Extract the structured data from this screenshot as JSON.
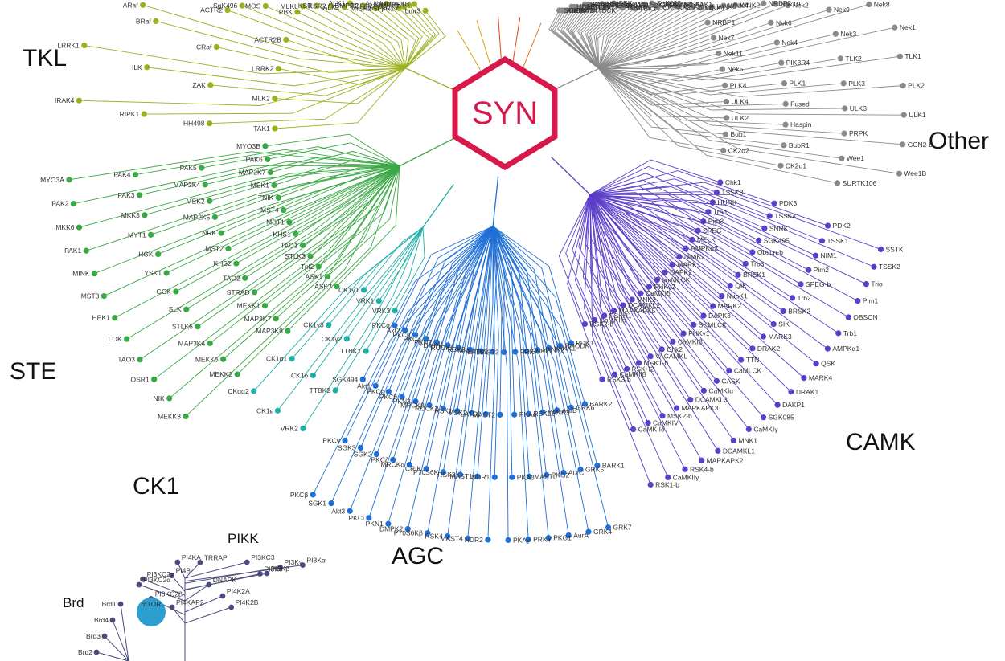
{
  "center": {
    "label": "SYN",
    "color": "#d6184a"
  },
  "group_colors": {
    "TKL": "#9cb01f",
    "STE": "#3aa845",
    "CK1": "#1fb0a8",
    "AGC": "#1f6fd6",
    "CAMK": "#5b3fc9",
    "Other": "#8a8a8a",
    "CMGC": "#d97a1a",
    "PIKK": "#4a4a80"
  },
  "groups": [
    {
      "name": "TKL"
    },
    {
      "name": "STE"
    },
    {
      "name": "CK1"
    },
    {
      "name": "AGC"
    },
    {
      "name": "CAMK"
    },
    {
      "name": "Other"
    },
    {
      "name": "PIKK"
    },
    {
      "name": "Brd"
    }
  ],
  "highlight": {
    "label": "mTOR",
    "color": "#2a9fd0"
  },
  "kinases": {
    "TKL": [
      "TAK1",
      "HH498",
      "RIPK1",
      "IRAK4",
      "MLK2",
      "ZAK",
      "ILK",
      "LRRK1",
      "LRRK2",
      "CRaf",
      "BRaf",
      "ARaf",
      "ACTR2B",
      "ACTR2",
      "SgK496",
      "MOS",
      "PBK",
      "MLKL",
      "KSR",
      "KSR2",
      "ALK2",
      "ALK1",
      "BMPR2",
      "MISR2",
      "TGFβR2",
      "ALK4",
      "TGFβR1",
      "ALK7",
      "BMPR1A",
      "BMPR1B",
      "Lmr3"
    ],
    "STE": [
      "ASK3",
      "MAP3K8",
      "MEKK2",
      "MEKK3",
      "ASK1",
      "MAP3K7",
      "MEKK6",
      "NIK",
      "Tpl2",
      "MEKK1",
      "MAP3K4",
      "OSR1",
      "STLK3",
      "STRAD",
      "STLK6",
      "TAO3",
      "TAO1",
      "TAO2",
      "SLK",
      "LOK",
      "KHS1",
      "KHS2",
      "GCK",
      "HPK1",
      "MST1",
      "MST2",
      "YSK1",
      "MST3",
      "MST4",
      "NRK",
      "HGK",
      "MINK",
      "TNIK",
      "MAP2K5",
      "MYT1",
      "PAK1",
      "MEK1",
      "MEK2",
      "MKK3",
      "MKK6",
      "MAP2K7",
      "MAP2K4",
      "PAK3",
      "PAK2",
      "PAK6",
      "PAK5",
      "PAK4",
      "MYO3A",
      "MYO3B"
    ],
    "CK1": [
      "VRK3",
      "TTBK1",
      "TTBK2",
      "VRK2",
      "VRK1",
      "CK1γ2",
      "CK1δ",
      "CK1ε",
      "CK1γ1",
      "CK1γ3",
      "CK1α1",
      "CKαα2"
    ],
    "AGC": [
      "PDK1",
      "BARK2",
      "BARK1",
      "GRK7",
      "RHODK",
      "GRK6",
      "GRK5",
      "GRK4",
      "YANK1",
      "AurB",
      "AurC",
      "AurA",
      "YANK2",
      "YANK3",
      "PKG2",
      "PKG1",
      "RSKL1",
      "RSKL2",
      "MASTL",
      "PRKY",
      "PRKX",
      "PKAα",
      "PKAβ",
      "PKAγ",
      "MAST3",
      "MAST2",
      "NDR1",
      "NDR2",
      "LATS1",
      "LATS2",
      "MAST1",
      "MAST4",
      "MSK1",
      "MSK2",
      "RSK3",
      "RSK4",
      "RSK2",
      "RSK1",
      "P70S6K",
      "P70S6Kβ",
      "ROCK1",
      "ROCK2",
      "CRIK",
      "DMPK2",
      "DMPK",
      "MRCKβ",
      "MRCKα",
      "PKN1",
      "PKN2",
      "PKN3",
      "PKCζ",
      "PKCι",
      "PKCδ",
      "PKCθ",
      "SGK2",
      "Akt3",
      "PKCη",
      "PKCε",
      "SGK3",
      "SGK1",
      "Akt2",
      "Akt1",
      "PKCγ",
      "PKCβ",
      "PKCα",
      "SGK494"
    ],
    "CAMK": [
      "Chk1",
      "PDK3",
      "PDK2",
      "SSTK",
      "TSSK3",
      "TSSK4",
      "TSSK1",
      "TSSK2",
      "HUNK",
      "SNRK",
      "NIM1",
      "Trio",
      "Trad",
      "SGK495",
      "Pim2",
      "Pim1",
      "Pim3",
      "Obscn-b",
      "SPEG-b",
      "OBSCN",
      "SPEG",
      "Trb3",
      "Trb2",
      "Trb1",
      "MELK",
      "BRSK1",
      "BRSK2",
      "AMPKα1",
      "AMPKα2",
      "QIK",
      "SIK",
      "QSK",
      "NuaK2",
      "NuaK1",
      "MARK3",
      "MARK4",
      "MARK1",
      "MARK2",
      "DRAK2",
      "DRAK1",
      "DAPK2",
      "DAPK3",
      "TTN",
      "DAKP1",
      "smMLCK",
      "SKMLCK",
      "CaMLCK",
      "SGK085",
      "PHKγ2",
      "PHKγ1",
      "CASK",
      "CaMKIγ",
      "CaMKIδ",
      "CaMKIβ",
      "CaMKIα",
      "MNK1",
      "MNK2",
      "Chk2",
      "DCAMKL3",
      "DCAMKL1",
      "DCAMKL2",
      "VACAMKL",
      "MAPKAPK3",
      "MAPKAPK2",
      "MAPKAPK5",
      "MSK1-b",
      "MSK2-b",
      "RSK4-b",
      "PSKH1",
      "PSKH2",
      "CaMKIV",
      "CaMKIIγ",
      "CaMKIIα",
      "CaMKIIβ",
      "CaMKIIδ",
      "RSK1-b",
      "RSK2-b",
      "RSK3-b"
    ],
    "Other": [
      "SGK307",
      "ANPβ",
      "ANPα",
      "SGK424",
      "HSER",
      "GUCY2F",
      "GUCY2D",
      "SCYL1",
      "SCYL3",
      "SCYL2",
      "CDC7",
      "PINK1",
      "TBCK",
      "HRI",
      "GCN",
      "PERK",
      "SBK",
      "SgK110",
      "SgK069",
      "IKKα",
      "IKKβ",
      "IKKε",
      "TBK1",
      "SgK269",
      "SgK223",
      "CAMKK1",
      "CAMKK2",
      "Slob",
      "MPSK1",
      "GAK",
      "AAK1",
      "BIKE",
      "WNK1",
      "WNK3",
      "WNK4",
      "WNK2",
      "NRBP1",
      "NRBP2",
      "Nek10",
      "Nek2",
      "Nek7",
      "Nek6",
      "Nek9",
      "Nek8",
      "Nek11",
      "Nek4",
      "Nek3",
      "Nek1",
      "Nek5",
      "PIK3R4",
      "TLK2",
      "TLK1",
      "PLK4",
      "PLK1",
      "PLK3",
      "PLK2",
      "ULK4",
      "Fused",
      "ULK3",
      "ULK1",
      "ULK2",
      "Haspin",
      "PRPK",
      "GCN2-b",
      "Bub1",
      "BubR1",
      "Wee1",
      "Wee1B",
      "CK2α2",
      "CK2α1",
      "SURTK106"
    ],
    "PIKK": [
      "PI3KC2β",
      "PI3KC2γ",
      "PI3KC2α",
      "PI4B",
      "PI4KAP2",
      "PI4KA",
      "TRRAP",
      "DNAPK",
      "PI4K2A",
      "PI4K2B",
      "PI3KC3",
      "PI3Kβ",
      "PI3Kδ",
      "PI3Kγ",
      "PI3Kα"
    ],
    "Brd": [
      "BrdT",
      "Brd4",
      "Brd3",
      "Brd2"
    ]
  }
}
